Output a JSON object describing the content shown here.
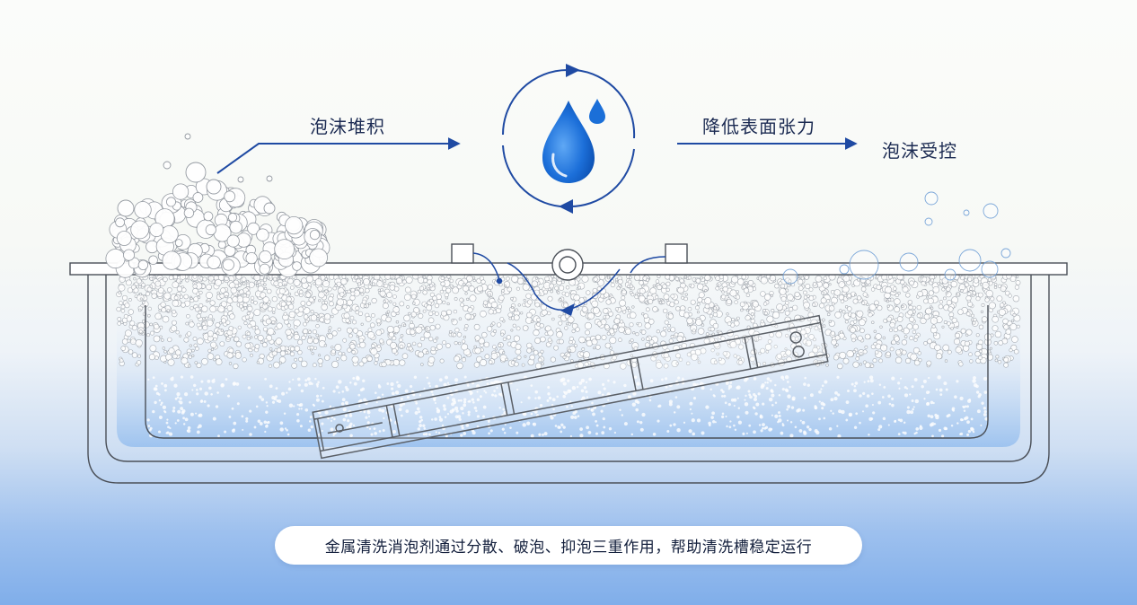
{
  "labels": {
    "foam_accumulation": "泡沫堆积",
    "reduce_surface_tension": "降低表面张力",
    "foam_controlled": "泡沫受控"
  },
  "caption": "金属清洗消泡剂通过分散、破泡、抑泡三重作用，帮助清洗槽稳定运行",
  "colors": {
    "arrow": "#1f4aa3",
    "drop": "#1b6fd8",
    "text": "#1b2a52",
    "tank_outline": "#4a4f57"
  },
  "icons": {
    "center": "water-drop-cycle-icon"
  }
}
